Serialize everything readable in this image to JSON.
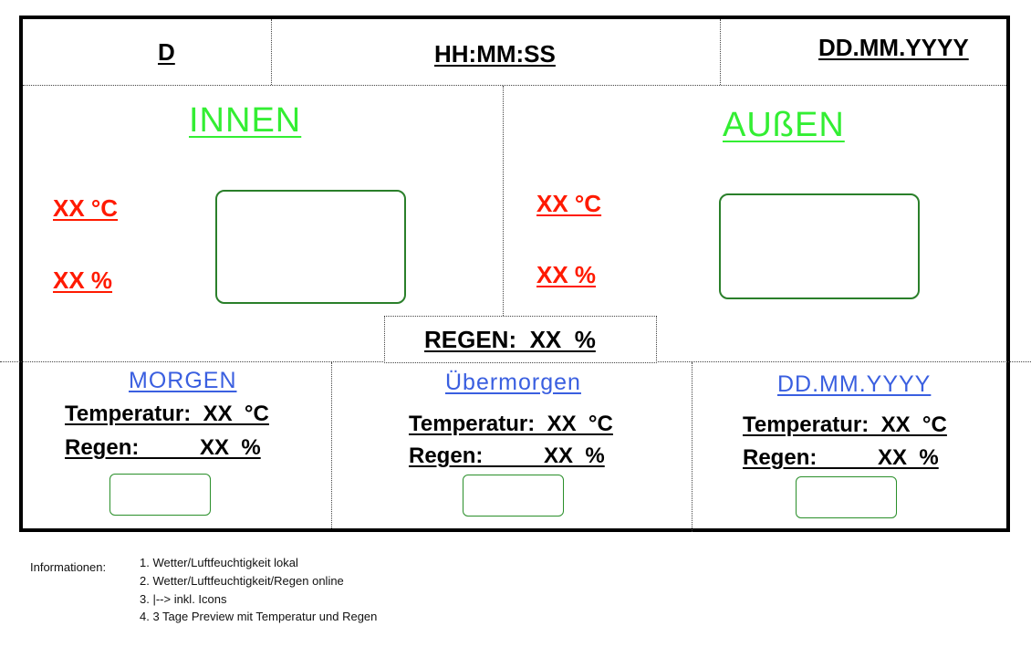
{
  "header": {
    "day": "D",
    "time": "HH:MM:SS",
    "date": "DD.MM.YYYY"
  },
  "inside": {
    "title": "INNEN",
    "temperature": "XX  °C",
    "humidity": "XX  %"
  },
  "outside": {
    "title": "AUßEN",
    "temperature": "XX  °C",
    "humidity": "XX  %"
  },
  "rain": "REGEN:  XX  %",
  "forecast": [
    {
      "title": "MORGEN",
      "temperature": "Temperatur:  XX  °C",
      "rain": "Regen:          XX  %"
    },
    {
      "title": "Übermorgen",
      "temperature": "Temperatur:  XX  °C",
      "rain": "Regen:          XX  %"
    },
    {
      "title": "DD.MM.YYYY",
      "temperature": "Temperatur:  XX  °C",
      "rain": "Regen:          XX  %"
    }
  ],
  "info": {
    "label": "Informationen:",
    "items": [
      "1. Wetter/Luftfeuchtigkeit lokal",
      "2. Wetter/Luftfeuchtigkeit/Regen online",
      "3. |--> inkl. Icons",
      "4. 3 Tage Preview mit Temperatur und Regen"
    ]
  },
  "colors": {
    "zone_title": "#33ee33",
    "value_red": "#ff1a00",
    "day_title": "#3a5fe0",
    "icon_border": "#2a7f2a"
  }
}
